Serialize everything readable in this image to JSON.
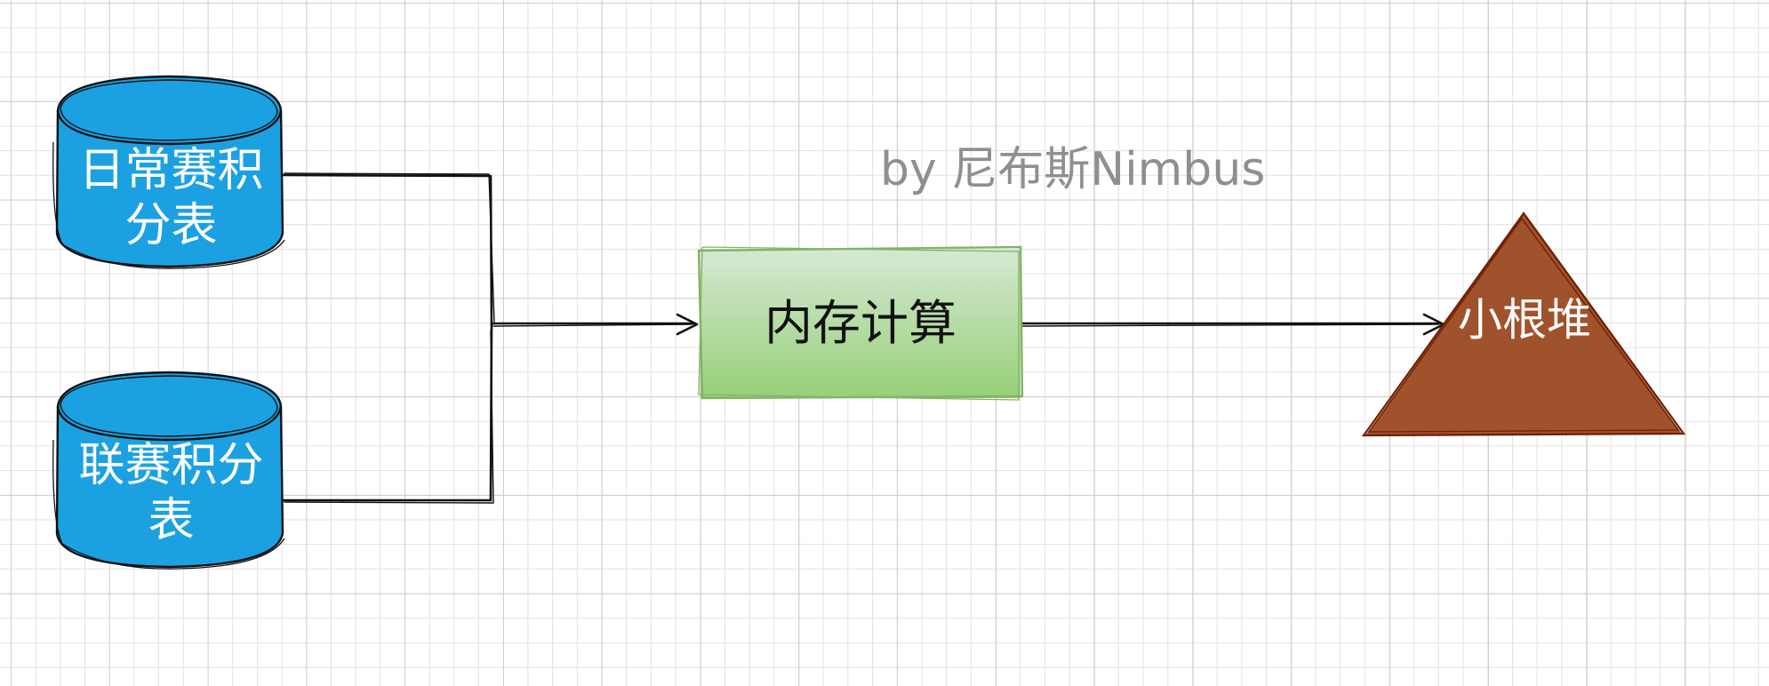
{
  "colors": {
    "db_fill": "#1ba1e2",
    "stroke": "#111111",
    "process_fill_top": "#d5e8d4",
    "process_fill_bottom": "#97d077",
    "process_stroke": "#82b366",
    "heap_fill": "#a0522d",
    "heap_stroke": "#6d1f00",
    "watermark": "#8f8f8f"
  },
  "diagram": {
    "nodes": {
      "daily_table": {
        "label": "日常赛积分表",
        "shape": "cylinder"
      },
      "league_table": {
        "label": "联赛积分表",
        "shape": "cylinder"
      },
      "memory_compute": {
        "label": "内存计算",
        "shape": "rectangle"
      },
      "min_heap": {
        "label": "小根堆",
        "shape": "triangle"
      }
    },
    "edges": [
      {
        "from": "daily_table",
        "to": "memory_compute"
      },
      {
        "from": "league_table",
        "to": "memory_compute"
      },
      {
        "from": "memory_compute",
        "to": "min_heap"
      }
    ],
    "watermark": "by 尼布斯Nimbus"
  }
}
